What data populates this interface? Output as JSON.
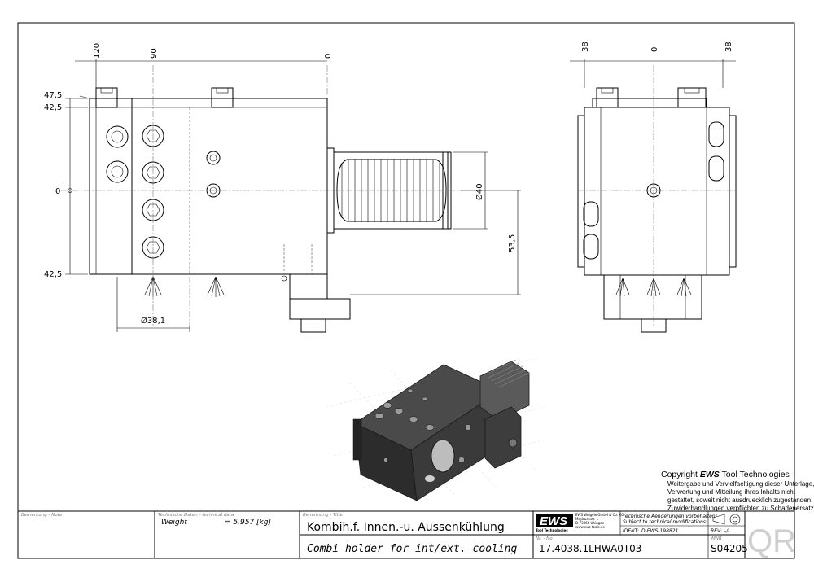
{
  "dimensions": {
    "front_top": [
      "120",
      "90",
      "0"
    ],
    "front_left": [
      "47,5",
      "42,5",
      "0",
      "42,5"
    ],
    "front_diameter_shank": "Ø40",
    "front_height_right": "53,5",
    "front_bottom_diameter": "Ø38,1",
    "side_top": [
      "38",
      "0",
      "38"
    ]
  },
  "copyright": {
    "prefix": "Copyright ",
    "brand": "EWS",
    "suffix": " Tool Technologies",
    "lines": [
      "Weitergabe und Vervielfaeltigung dieser Unterlage,",
      "Verwertung und Mitteilung ihres Inhalts nicht",
      "gestattet, soweit nicht ausdruecklich zugestanden.",
      "Zuwiderhandlungen verpflichten zu Schadenersatz."
    ]
  },
  "title_block": {
    "remark_label": "Bemerkung - Note",
    "techdata_label": "Technische Daten - technical data",
    "weight_label": "Weight",
    "weight_value": "= 5.957 [kg]",
    "title_label": "Benennung - Title",
    "title_de": "Kombih.f. Innen.-u. Aussenkühlung",
    "title_en": "Combi holder for int/ext. cooling",
    "logo": "EWS",
    "logo_sub": "Tool Technologies",
    "company_lines": [
      "EWS Weigele GmbH & Co. KG",
      "Maybachstr. 1",
      "D-73066 Uhingen",
      "www.ews-tools.de"
    ],
    "changes_de": "Technische Aenderungen vorbehalten!",
    "changes_en": "Subject to technical modifications!",
    "ident_label": "IDENT:",
    "ident_value": "D-EWS-198821",
    "rev_label": "REV:",
    "rev_value": "-/-",
    "nr_label": "Nr. - No",
    "part_number": "17.4038.1LHWA0T03",
    "mnr_label": "MNR",
    "mnr_value": "S04205",
    "qr": "QR"
  }
}
